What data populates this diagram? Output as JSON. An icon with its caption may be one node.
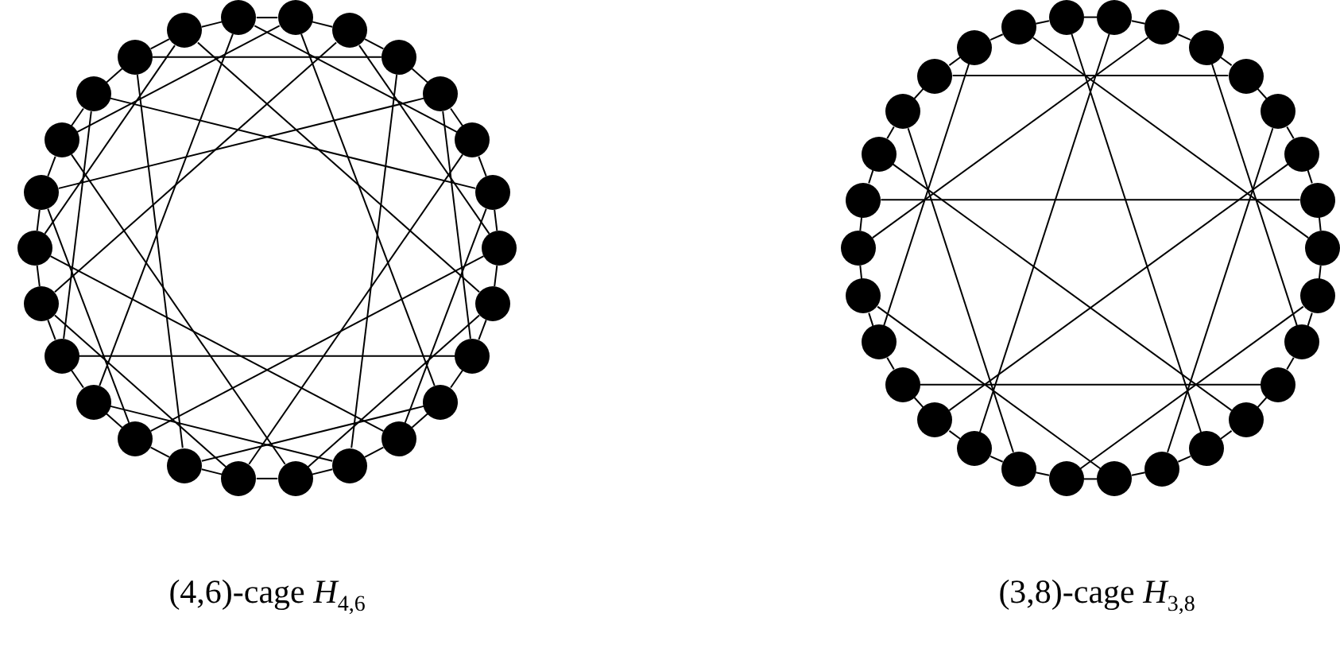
{
  "diagram": {
    "nodes": [
      {
        "text": [],
        "shape": "circle"
      },
      {
        "text": [],
        "shape": "circle"
      },
      {
        "text": [],
        "shape": "circle"
      },
      {
        "text": [],
        "shape": "circle"
      },
      {
        "text": [],
        "shape": "circle"
      },
      {
        "text": [],
        "shape": "circle"
      },
      {
        "text": [],
        "shape": "circle"
      },
      {
        "text": [],
        "shape": "circle"
      },
      {
        "text": [],
        "shape": "circle"
      },
      {
        "text": [],
        "shape": "circle"
      },
      {
        "text": [],
        "shape": "circle"
      },
      {
        "text": [],
        "shape": "circle"
      },
      {
        "text": [],
        "shape": "circle"
      },
      {
        "text": [],
        "shape": "circle"
      },
      {
        "text": [],
        "shape": "circle"
      },
      {
        "text": [],
        "shape": "circle"
      },
      {
        "text": [],
        "shape": "circle"
      },
      {
        "text": [],
        "shape": "circle"
      },
      {
        "text": [],
        "shape": "circle"
      },
      {
        "text": [],
        "shape": "circle"
      },
      {
        "text": [],
        "shape": "circle"
      },
      {
        "text": [],
        "shape": "circle"
      },
      {
        "text": [],
        "shape": "circle"
      },
      {
        "text": [],
        "shape": "circle"
      },
      {
        "text": [],
        "shape": "circle"
      },
      {
        "text": [],
        "shape": "circle"
      },
      {
        "text": [],
        "shape": "circle"
      },
      {
        "text": [],
        "shape": "circle"
      },
      {
        "text": [],
        "shape": "circle"
      },
      {
        "text": [],
        "shape": "circle"
      },
      {
        "text": [],
        "shape": "circle"
      },
      {
        "text": [],
        "shape": "circle"
      },
      {
        "text": [],
        "shape": "circle"
      },
      {
        "text": [],
        "shape": "circle"
      },
      {
        "text": [],
        "shape": "circle"
      },
      {
        "text": [],
        "shape": "circle"
      },
      {
        "text": [],
        "shape": "circle"
      },
      {
        "text": [],
        "shape": "circle"
      },
      {
        "text": [],
        "shape": "circle"
      },
      {
        "text": [],
        "shape": "circle"
      },
      {
        "text": [],
        "shape": "circle"
      },
      {
        "text": [],
        "shape": "circle"
      },
      {
        "text": [],
        "shape": "circle"
      },
      {
        "text": [],
        "shape": "circle"
      },
      {
        "text": [],
        "shape": "circle"
      },
      {
        "text": [],
        "shape": "circle"
      },
      {
        "text": [],
        "shape": "circle"
      },
      {
        "text": [],
        "shape": "circle"
      },
      {
        "text": [],
        "shape": "circle"
      },
      {
        "text": [],
        "shape": "circle"
      },
      {
        "text": [],
        "shape": "circle"
      },
      {
        "text": [],
        "shape": "circle"
      },
      {
        "text": [],
        "shape": "circle"
      },
      {
        "text": [],
        "shape": "circle"
      },
      {
        "text": [],
        "shape": "circle"
      },
      {
        "text": [],
        "shape": "circle"
      }
    ],
    "edges": [
      {
        "from": 0,
        "to": 1,
        "arrow": "none"
      },
      {
        "from": 1,
        "to": 2,
        "arrow": "none"
      },
      {
        "from": 2,
        "to": 3,
        "arrow": "none"
      },
      {
        "from": 3,
        "to": 4,
        "arrow": "none"
      },
      {
        "from": 4,
        "to": 5,
        "arrow": "none"
      },
      {
        "from": 5,
        "to": 6,
        "arrow": "none"
      },
      {
        "from": 6,
        "to": 7,
        "arrow": "none"
      },
      {
        "from": 7,
        "to": 8,
        "arrow": "none"
      },
      {
        "from": 8,
        "to": 9,
        "arrow": "none"
      },
      {
        "from": 9,
        "to": 10,
        "arrow": "none"
      },
      {
        "from": 10,
        "to": 11,
        "arrow": "none"
      },
      {
        "from": 11,
        "to": 12,
        "arrow": "none"
      },
      {
        "from": 12,
        "to": 13,
        "arrow": "none"
      },
      {
        "from": 13,
        "to": 14,
        "arrow": "none"
      },
      {
        "from": 14,
        "to": 15,
        "arrow": "none"
      },
      {
        "from": 15,
        "to": 16,
        "arrow": "none"
      },
      {
        "from": 16,
        "to": 17,
        "arrow": "none"
      },
      {
        "from": 17,
        "to": 18,
        "arrow": "none"
      },
      {
        "from": 18,
        "to": 19,
        "arrow": "none"
      },
      {
        "from": 19,
        "to": 20,
        "arrow": "none"
      },
      {
        "from": 20,
        "to": 21,
        "arrow": "none"
      },
      {
        "from": 21,
        "to": 22,
        "arrow": "none"
      },
      {
        "from": 22,
        "to": 23,
        "arrow": "none"
      },
      {
        "from": 23,
        "to": 24,
        "arrow": "none"
      },
      {
        "from": 24,
        "to": 25,
        "arrow": "none"
      },
      {
        "from": 25,
        "to": 0,
        "arrow": "none"
      },
      {
        "from": 1,
        "to": 6,
        "arrow": "none"
      },
      {
        "from": 1,
        "to": 18,
        "arrow": "none"
      },
      {
        "from": 3,
        "to": 8,
        "arrow": "none"
      },
      {
        "from": 3,
        "to": 20,
        "arrow": "none"
      },
      {
        "from": 5,
        "to": 10,
        "arrow": "none"
      },
      {
        "from": 5,
        "to": 22,
        "arrow": "none"
      },
      {
        "from": 7,
        "to": 12,
        "arrow": "none"
      },
      {
        "from": 7,
        "to": 24,
        "arrow": "none"
      },
      {
        "from": 9,
        "to": 14,
        "arrow": "none"
      },
      {
        "from": 9,
        "to": 0,
        "arrow": "none"
      },
      {
        "from": 11,
        "to": 16,
        "arrow": "none"
      },
      {
        "from": 11,
        "to": 2,
        "arrow": "none"
      },
      {
        "from": 13,
        "to": 18,
        "arrow": "none"
      },
      {
        "from": 13,
        "to": 4,
        "arrow": "none"
      },
      {
        "from": 15,
        "to": 20,
        "arrow": "none"
      },
      {
        "from": 15,
        "to": 6,
        "arrow": "none"
      },
      {
        "from": 17,
        "to": 22,
        "arrow": "none"
      },
      {
        "from": 17,
        "to": 8,
        "arrow": "none"
      },
      {
        "from": 19,
        "to": 24,
        "arrow": "none"
      },
      {
        "from": 19,
        "to": 10,
        "arrow": "none"
      },
      {
        "from": 21,
        "to": 0,
        "arrow": "none"
      },
      {
        "from": 21,
        "to": 12,
        "arrow": "none"
      },
      {
        "from": 23,
        "to": 2,
        "arrow": "none"
      },
      {
        "from": 23,
        "to": 14,
        "arrow": "none"
      },
      {
        "from": 25,
        "to": 4,
        "arrow": "none"
      },
      {
        "from": 25,
        "to": 16,
        "arrow": "none"
      },
      {
        "from": 26,
        "to": 27,
        "arrow": "none"
      },
      {
        "from": 27,
        "to": 28,
        "arrow": "none"
      },
      {
        "from": 28,
        "to": 29,
        "arrow": "none"
      },
      {
        "from": 29,
        "to": 30,
        "arrow": "none"
      },
      {
        "from": 30,
        "to": 31,
        "arrow": "none"
      },
      {
        "from": 31,
        "to": 32,
        "arrow": "none"
      },
      {
        "from": 32,
        "to": 33,
        "arrow": "none"
      },
      {
        "from": 33,
        "to": 34,
        "arrow": "none"
      },
      {
        "from": 34,
        "to": 35,
        "arrow": "none"
      },
      {
        "from": 35,
        "to": 36,
        "arrow": "none"
      },
      {
        "from": 36,
        "to": 37,
        "arrow": "none"
      },
      {
        "from": 37,
        "to": 38,
        "arrow": "none"
      },
      {
        "from": 38,
        "to": 39,
        "arrow": "none"
      },
      {
        "from": 39,
        "to": 40,
        "arrow": "none"
      },
      {
        "from": 40,
        "to": 41,
        "arrow": "none"
      },
      {
        "from": 41,
        "to": 42,
        "arrow": "none"
      },
      {
        "from": 42,
        "to": 43,
        "arrow": "none"
      },
      {
        "from": 43,
        "to": 44,
        "arrow": "none"
      },
      {
        "from": 44,
        "to": 45,
        "arrow": "none"
      },
      {
        "from": 45,
        "to": 46,
        "arrow": "none"
      },
      {
        "from": 46,
        "to": 47,
        "arrow": "none"
      },
      {
        "from": 47,
        "to": 48,
        "arrow": "none"
      },
      {
        "from": 48,
        "to": 49,
        "arrow": "none"
      },
      {
        "from": 49,
        "to": 50,
        "arrow": "none"
      },
      {
        "from": 50,
        "to": 51,
        "arrow": "none"
      },
      {
        "from": 51,
        "to": 52,
        "arrow": "none"
      },
      {
        "from": 52,
        "to": 53,
        "arrow": "none"
      },
      {
        "from": 53,
        "to": 54,
        "arrow": "none"
      },
      {
        "from": 54,
        "to": 55,
        "arrow": "none"
      },
      {
        "from": 55,
        "to": 26,
        "arrow": "none"
      },
      {
        "from": 28,
        "to": 35,
        "arrow": "none"
      },
      {
        "from": 34,
        "to": 41,
        "arrow": "none"
      },
      {
        "from": 40,
        "to": 47,
        "arrow": "none"
      },
      {
        "from": 46,
        "to": 53,
        "arrow": "none"
      },
      {
        "from": 52,
        "to": 29,
        "arrow": "none"
      },
      {
        "from": 30,
        "to": 39,
        "arrow": "none"
      },
      {
        "from": 36,
        "to": 45,
        "arrow": "none"
      },
      {
        "from": 42,
        "to": 51,
        "arrow": "none"
      },
      {
        "from": 48,
        "to": 27,
        "arrow": "none"
      },
      {
        "from": 54,
        "to": 33,
        "arrow": "none"
      },
      {
        "from": 31,
        "to": 44,
        "arrow": "none"
      },
      {
        "from": 37,
        "to": 50,
        "arrow": "none"
      },
      {
        "from": 43,
        "to": 26,
        "arrow": "none"
      },
      {
        "from": 49,
        "to": 32,
        "arrow": "none"
      },
      {
        "from": 55,
        "to": 38,
        "arrow": "none"
      }
    ],
    "labels": [
      "(4,6)-cage *H*$_{4,6}$",
      "(3,8)-cage *H*$_{3,8}$"
    ]
  }
}
